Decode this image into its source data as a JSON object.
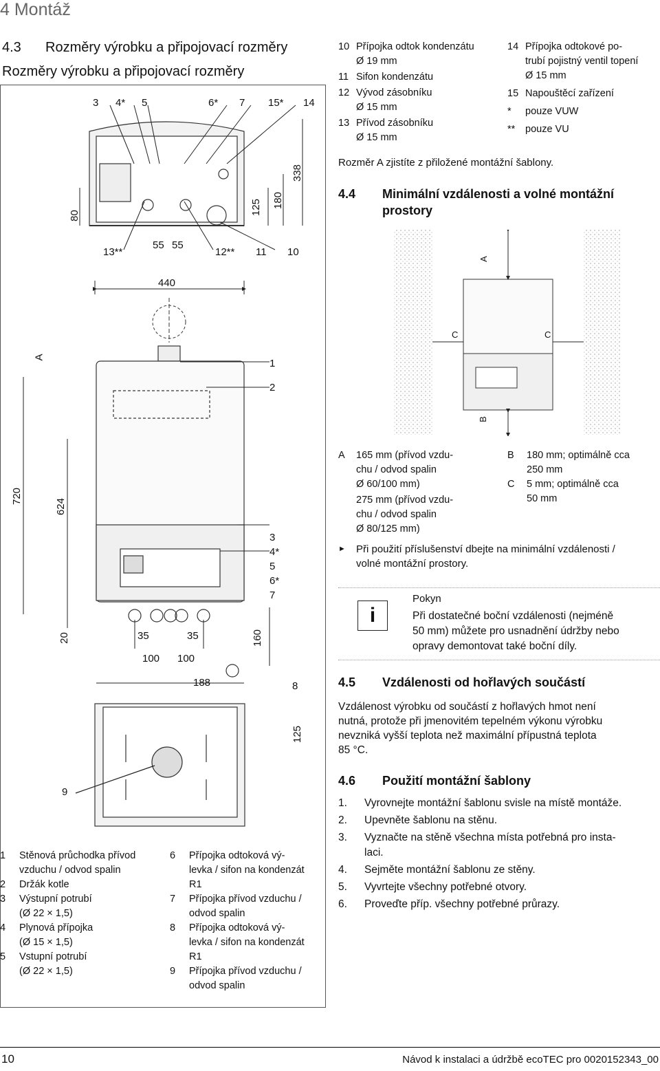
{
  "chapter": "4 Montáž",
  "section_4_3": {
    "num": "4.3",
    "title": "Rozměry výrobku a připojovací rozměry",
    "subtitle": "Rozměry výrobku a připojovací rozměry"
  },
  "legend_top": [
    {
      "n": "10",
      "t": [
        "Přípojka odtok kondenzátu",
        "Ø 19 mm"
      ]
    },
    {
      "n": "11",
      "t": [
        "Sifon kondenzátu"
      ]
    },
    {
      "n": "12",
      "t": [
        "Vývod zásobníku",
        "Ø 15 mm"
      ]
    },
    {
      "n": "13",
      "t": [
        "Přívod zásobníku",
        "Ø 15 mm"
      ]
    },
    {
      "n": "14",
      "t": [
        "Přípojka odtokové po-",
        "trubí pojistný ventil topení",
        "Ø 15 mm"
      ]
    },
    {
      "n": "15",
      "t": [
        "Napouštěcí zařízení"
      ]
    },
    {
      "n": "*",
      "t": [
        "pouze VUW"
      ]
    },
    {
      "n": "**",
      "t": [
        "pouze VU"
      ]
    }
  ],
  "note_dim_a": "Rozměr A zjistíte z přiložené montážní šablony.",
  "section_4_4": {
    "num": "4.4",
    "title_l1": "Minimální vzdálenosti a volné montážní",
    "title_l2": "prostory"
  },
  "dist_a": {
    "label": "A",
    "lines": [
      "165 mm (přívod vzdu-",
      "chu / odvod spalin",
      "Ø 60/100 mm)",
      "275 mm (přívod vzdu-",
      "chu / odvod spalin",
      "Ø 80/125 mm)"
    ]
  },
  "dist_b": {
    "label": "B",
    "lines": [
      "180 mm; optimálně cca",
      "250 mm"
    ]
  },
  "dist_c": {
    "label": "C",
    "lines": [
      "5 mm; optimálně cca",
      "50 mm"
    ]
  },
  "bullet": {
    "mark": "►",
    "l1": "Při použití příslušenství dbejte na minimální vzdálenosti /",
    "l2": "volné montážní prostory."
  },
  "info": {
    "icon": "i",
    "title": "Pokyn",
    "l1": "Při dostatečné boční vzdálenosti (nejméně",
    "l2": "50 mm) můžete pro usnadnění údržby nebo",
    "l3": "opravy demontovat také boční díly."
  },
  "section_4_5": {
    "num": "4.5",
    "title": "Vzdálenosti od hořlavých součástí",
    "l1": "Vzdálenost výrobku od součástí z hořlavých hmot není",
    "l2": "nutná, protože při jmenovitém tepelném výkonu výrobku",
    "l3": "nevzniká vyšší teplota než maximální přípustná teplota",
    "l4": "85 °C."
  },
  "section_4_6": {
    "num": "4.6",
    "title": "Použití montážní šablony"
  },
  "steps": [
    {
      "n": "1.",
      "t": [
        "Vyrovnejte montážní šablonu svisle na místě montáže."
      ]
    },
    {
      "n": "2.",
      "t": [
        "Upevněte šablonu na stěnu."
      ]
    },
    {
      "n": "3.",
      "t": [
        "Vyznačte na stěně všechna místa potřebná pro insta-",
        "laci."
      ]
    },
    {
      "n": "4.",
      "t": [
        "Sejměte montážní šablonu ze stěny."
      ]
    },
    {
      "n": "5.",
      "t": [
        "Vyvrtejte všechny potřebné otvory."
      ]
    },
    {
      "n": "6.",
      "t": [
        "Proveďte příp. všechny potřebné průrazy."
      ]
    }
  ],
  "legend_bottom_left": [
    {
      "n": "1",
      "t": [
        "Stěnová průchodka přívod",
        "vzduchu / odvod spalin"
      ]
    },
    {
      "n": "2",
      "t": [
        "Držák kotle"
      ]
    },
    {
      "n": "3",
      "t": [
        "Výstupní potrubí",
        "(Ø 22 × 1,5)"
      ]
    },
    {
      "n": "4",
      "t": [
        "Plynová přípojka",
        "(Ø 15 × 1,5)"
      ]
    },
    {
      "n": "5",
      "t": [
        "Vstupní potrubí",
        "(Ø 22 × 1,5)"
      ]
    }
  ],
  "legend_bottom_right": [
    {
      "n": "6",
      "t": [
        "Přípojka odtoková vý-",
        "levka / sifon na kondenzát",
        "R1"
      ]
    },
    {
      "n": "7",
      "t": [
        "Přípojka přívod vzduchu /",
        "odvod spalin"
      ]
    },
    {
      "n": "8",
      "t": [
        "Přípojka odtoková vý-",
        "levka / sifon na kondenzát",
        "R1"
      ]
    },
    {
      "n": "9",
      "t": [
        "Přípojka přívod vzduchu /",
        "odvod spalin"
      ]
    }
  ],
  "figure_labels": {
    "top": [
      "3",
      "4*",
      "5",
      "6*",
      "7",
      "15*",
      "14"
    ],
    "dims_v": [
      "80",
      "125",
      "180",
      "338"
    ],
    "bottom_row": [
      "13**",
      "55",
      "55",
      "12**",
      "11",
      "10"
    ],
    "width": "440",
    "side": [
      "A",
      "720",
      "624",
      "20"
    ],
    "right_nums": [
      "1",
      "2",
      "3",
      "4*",
      "5",
      "6*",
      "7",
      "8",
      "9"
    ],
    "bottom_dims": [
      "35",
      "35",
      "100",
      "100",
      "188",
      "160",
      "125"
    ],
    "clearance": [
      "A",
      "C",
      "C",
      "B"
    ]
  },
  "footer": {
    "page": "10",
    "doc": "Návod k instalaci a údržbě ecoTEC pro 0020152343_00"
  }
}
